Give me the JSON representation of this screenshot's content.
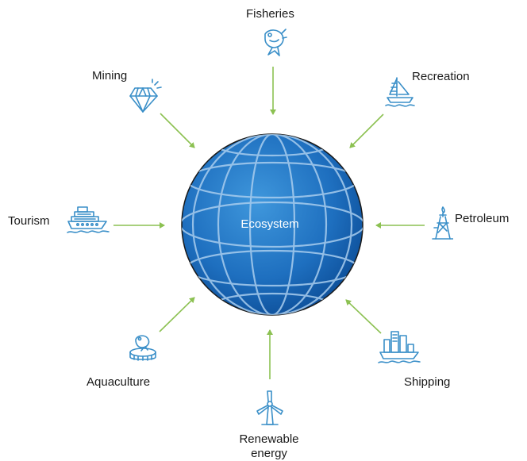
{
  "diagram": {
    "center": {
      "label": "Ecosystem"
    },
    "sectors": {
      "fisheries": {
        "label": "Fisheries",
        "icon": "fish-icon"
      },
      "recreation": {
        "label": "Recreation",
        "icon": "sailboat-icon"
      },
      "petroleum": {
        "label": "Petroleum",
        "icon": "oil-rig-icon"
      },
      "shipping": {
        "label": "Shipping",
        "icon": "cargo-ship-icon"
      },
      "renewable": {
        "label_line1": "Renewable",
        "label_line2": "energy",
        "icon": "wind-turbine-icon"
      },
      "aquaculture": {
        "label": "Aquaculture",
        "icon": "fish-farm-icon"
      },
      "tourism": {
        "label": "Tourism",
        "icon": "cruise-ship-icon"
      },
      "mining": {
        "label": "Mining",
        "icon": "diamond-icon"
      }
    },
    "colors": {
      "arrow": "#8cc152",
      "icon": "#3a8fc8",
      "globe_light": "#3a8fd6",
      "globe_dark": "#0a4f9a",
      "grid": "#a9cdee"
    }
  }
}
